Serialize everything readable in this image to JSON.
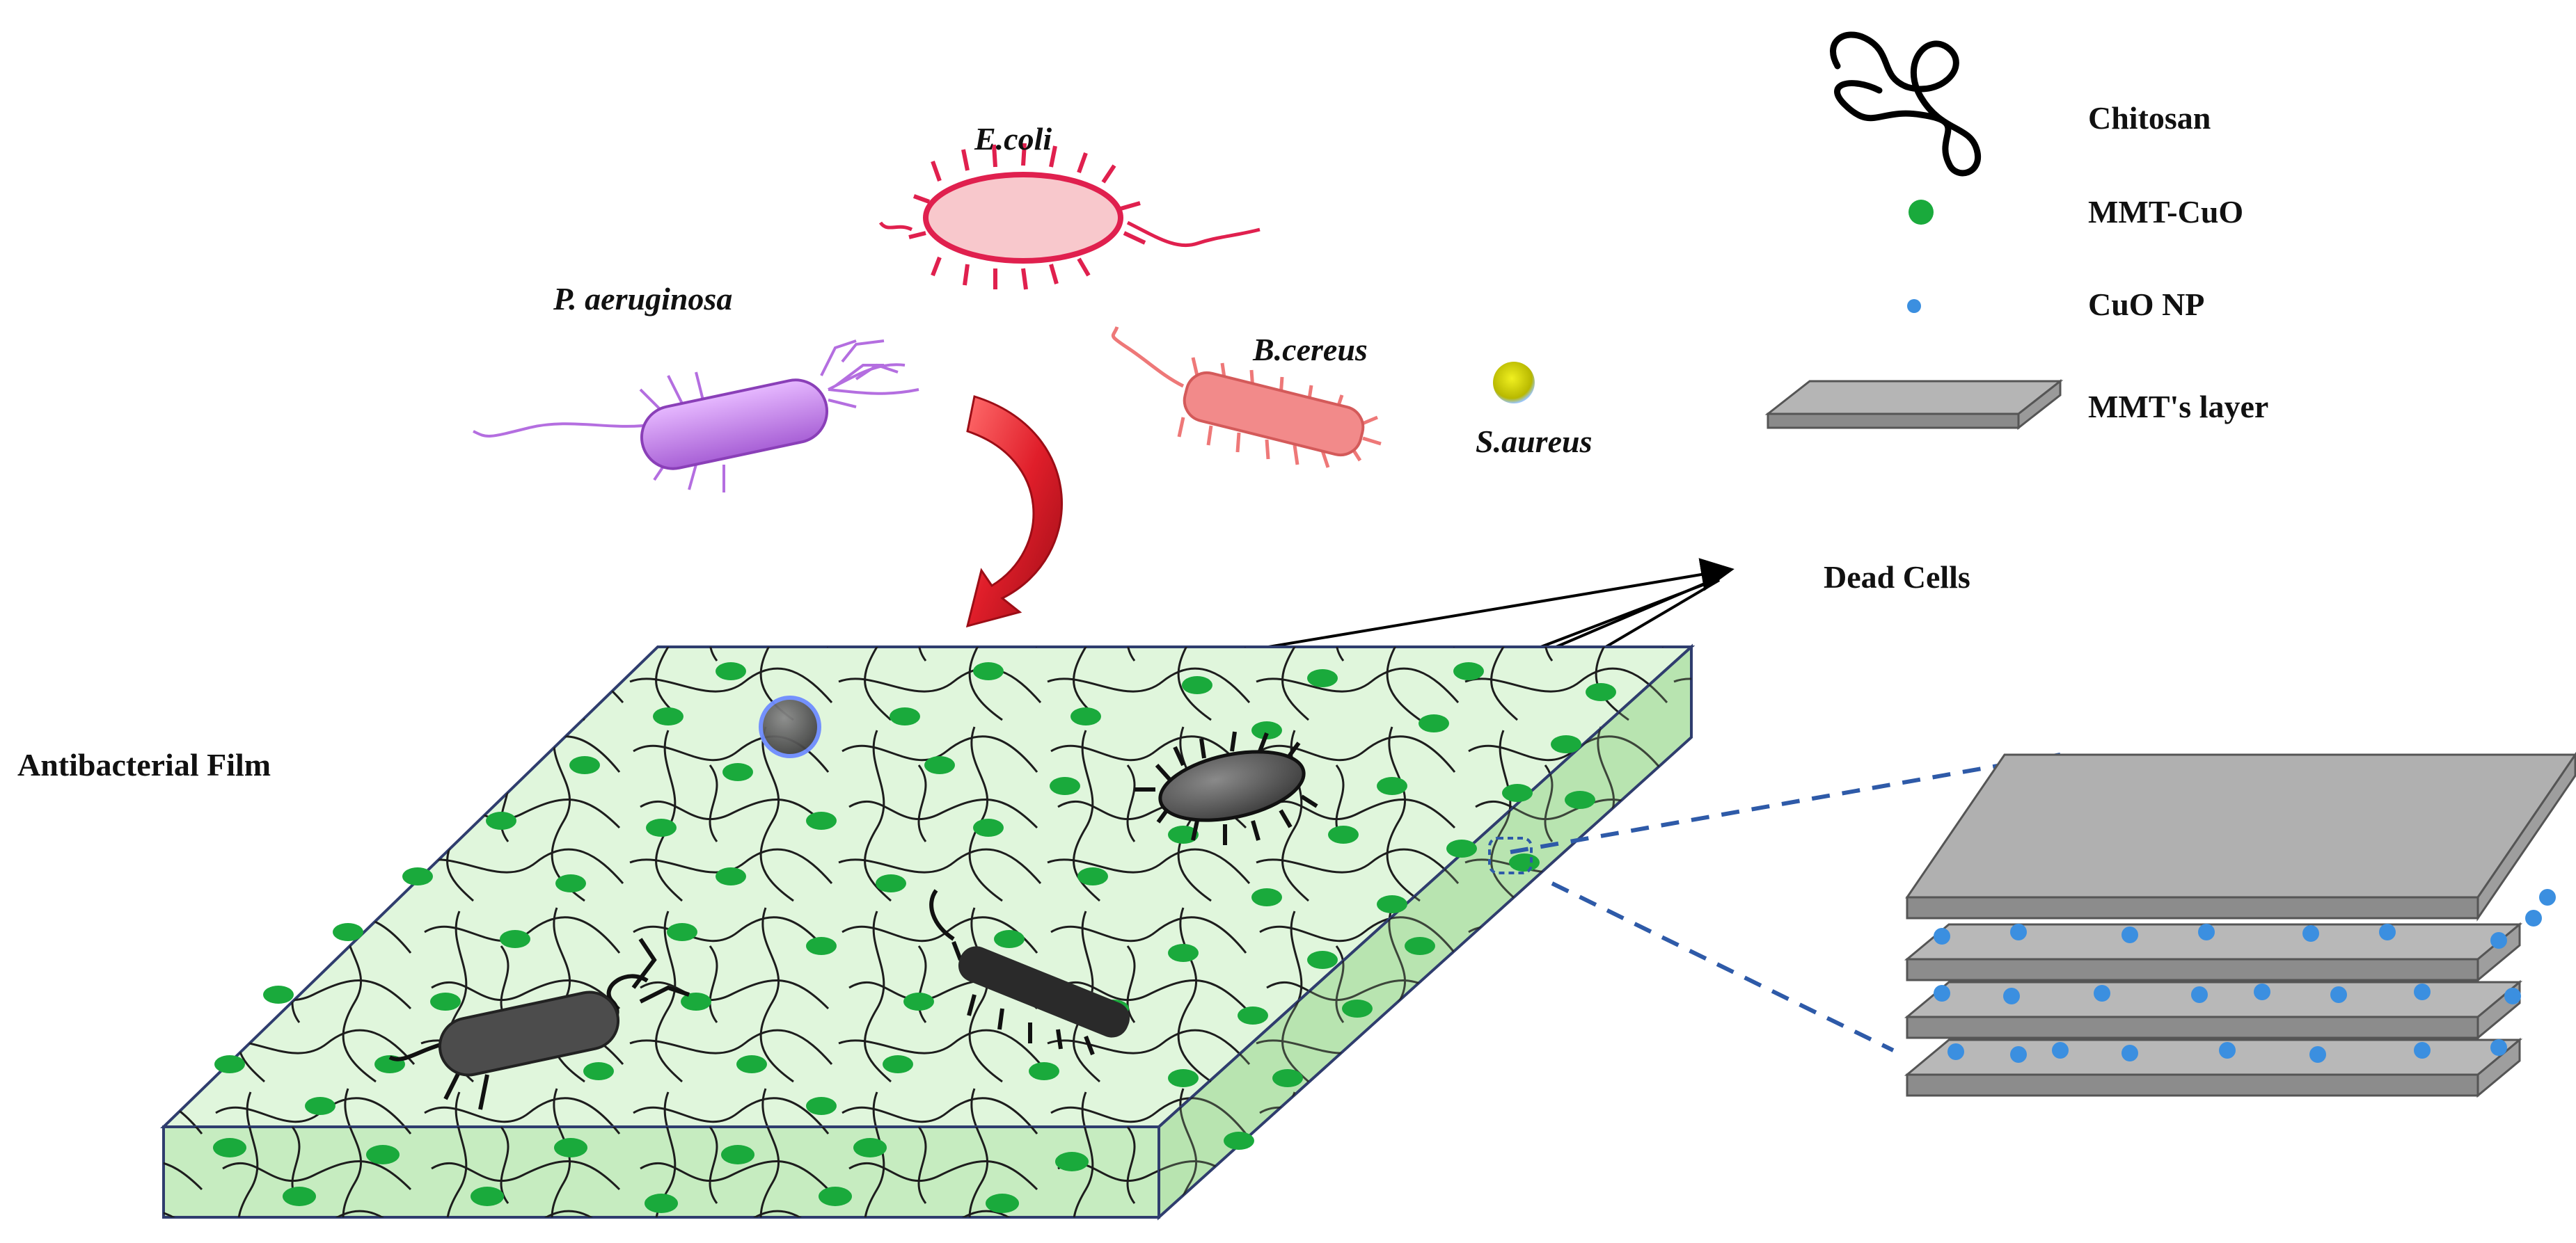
{
  "figure": {
    "bacteria": {
      "ecoli": "E.coli",
      "paeruginosa": "P. aeruginosa",
      "bcereus": "B.cereus",
      "saureus": "S.aureus"
    },
    "labels": {
      "antibacterial_film": "Antibacterial Film",
      "dead_cells": "Dead Cells"
    },
    "legend": [
      {
        "label": "Chitosan",
        "icon": "chitosan-chain-icon"
      },
      {
        "label": "MMT-CuO",
        "icon": "green-dot-icon",
        "color": "#1aaa3c"
      },
      {
        "label": "CuO NP",
        "icon": "blue-dot-icon",
        "color": "#3b8fe0"
      },
      {
        "label": "MMT's layer",
        "icon": "gray-plate-icon",
        "color": "#a8a8a8"
      }
    ],
    "colors": {
      "film_fill": "#dff5dc",
      "film_border": "#2f3d6e",
      "mmt_cuo": "#1aaa3c",
      "cuo_np": "#3b8fe0",
      "arrow_red": "#d8172a",
      "ecoli": "#e0204e",
      "paeruginosa": "#b46ee0",
      "bcereus": "#ee7878",
      "saureus": "#c8c80a",
      "dead_cell": "#4a4a4a"
    }
  }
}
